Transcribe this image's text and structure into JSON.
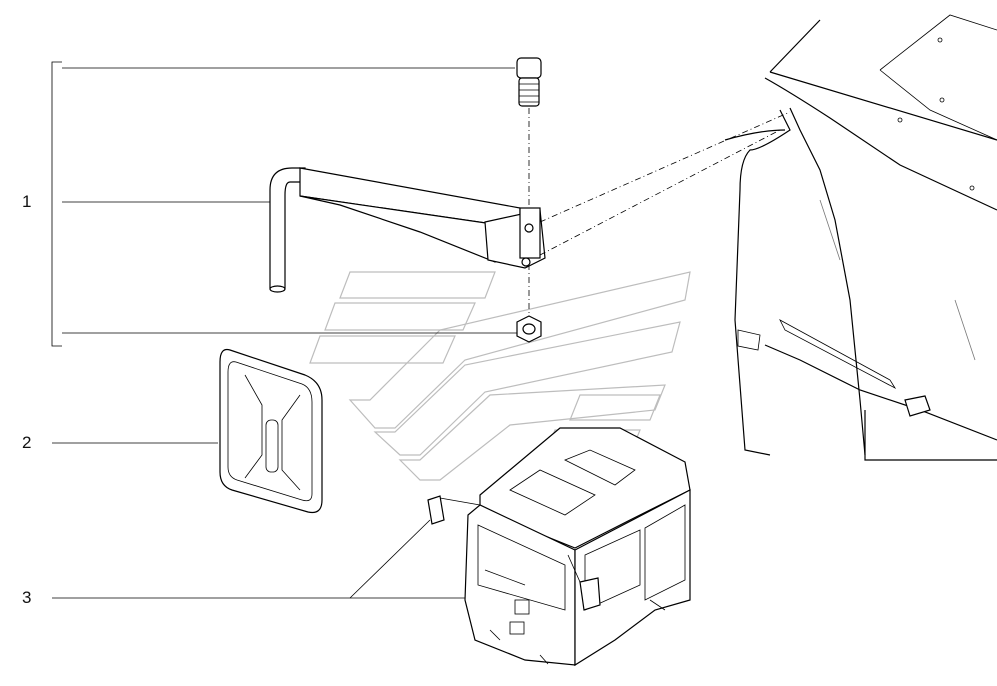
{
  "callouts": [
    {
      "id": "1",
      "label": "1"
    },
    {
      "id": "2",
      "label": "2"
    },
    {
      "id": "3",
      "label": "3"
    }
  ],
  "colors": {
    "line": "#000000",
    "watermark": "#bdbdbd",
    "background": "#ffffff"
  }
}
